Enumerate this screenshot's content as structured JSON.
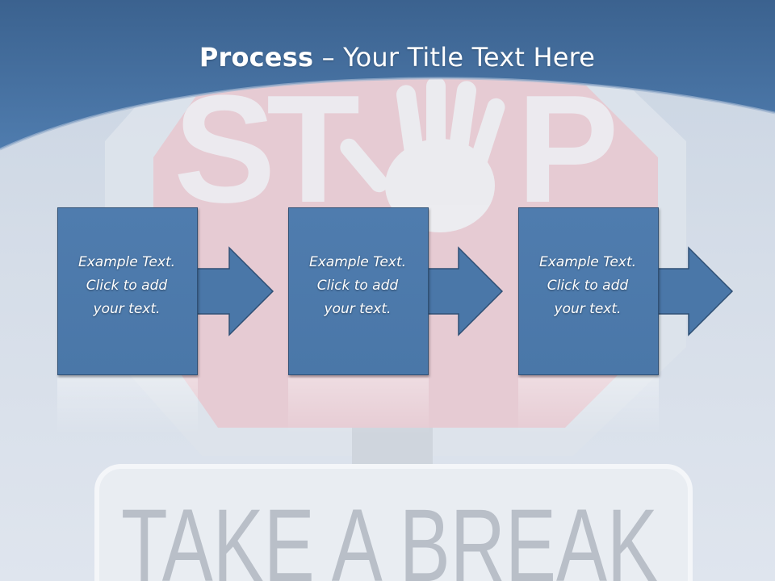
{
  "slide": {
    "title_bold": "Process",
    "title_rest": " – Your Title Text Here"
  },
  "background": {
    "sign_text": "TAKE A BREAK",
    "stop_letters": [
      "S",
      "T",
      "P"
    ]
  },
  "steps": [
    {
      "lines": [
        "Example Text.",
        "Click  to add",
        "your text."
      ]
    },
    {
      "lines": [
        "Example Text.",
        "Click  to add",
        "your text."
      ]
    },
    {
      "lines": [
        "Example Text.",
        "Click  to add",
        "your text."
      ]
    }
  ],
  "colors": {
    "header": "#4672a4",
    "box": "#4f7cae",
    "box_border": "#2f5075",
    "arrow": "#4a77a8"
  }
}
